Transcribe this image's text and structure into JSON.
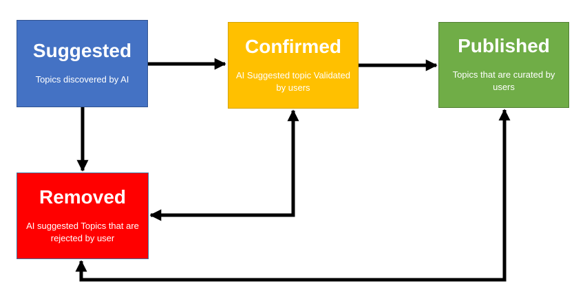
{
  "diagram": {
    "background": "#FFFFFF",
    "arrow_color": "#000000",
    "nodes": [
      {
        "id": "suggested",
        "title": "Suggested",
        "subtitle": "Topics discovered by AI",
        "fill": "#4472C4",
        "border": "#2F528F"
      },
      {
        "id": "confirmed",
        "title": "Confirmed",
        "subtitle": "AI Suggested topic Validated\nby users",
        "fill": "#FFC000",
        "border": "#D6A300"
      },
      {
        "id": "published",
        "title": "Published",
        "subtitle": "Topics that are curated by\nusers",
        "fill": "#70AD47",
        "border": "#507E32"
      },
      {
        "id": "removed",
        "title": "Removed",
        "subtitle": "AI suggested Topics that are\nrejected by user",
        "fill": "#FF0000",
        "border": "#41719C"
      }
    ],
    "edges": [
      {
        "from": "suggested",
        "to": "confirmed",
        "bidirectional": false
      },
      {
        "from": "confirmed",
        "to": "published",
        "bidirectional": false
      },
      {
        "from": "suggested",
        "to": "removed",
        "bidirectional": false
      },
      {
        "from": "confirmed",
        "to": "removed",
        "bidirectional": true
      },
      {
        "from": "published",
        "to": "removed",
        "bidirectional": true
      }
    ]
  }
}
